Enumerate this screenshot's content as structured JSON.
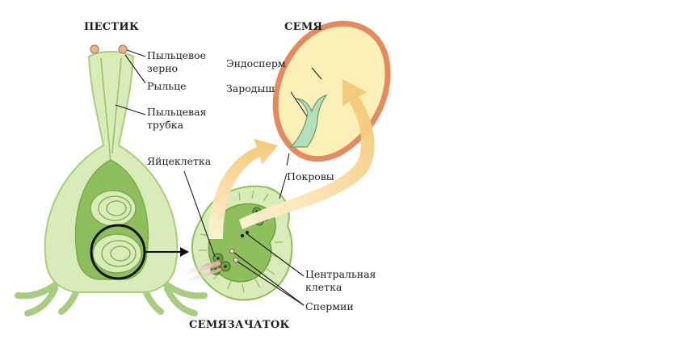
{
  "diagram": {
    "titles": {
      "pistil": "ПЕСТИК",
      "seed": "СЕМЯ",
      "ovule": "СЕМЯЗАЧАТОК"
    },
    "labels": {
      "pollen_grain_line1": "Пыльцевое",
      "pollen_grain_line2": "зерно",
      "stigma": "Рыльце",
      "pollen_tube_line1": "Пыльцевая",
      "pollen_tube_line2": "трубка",
      "endosperm": "Эндосперм",
      "embryo": "Зародыш",
      "egg_cell": "Яйцеклетка",
      "integuments": "Покровы",
      "central_cell_line1": "Центральная",
      "central_cell_line2": "клетка",
      "sperm": "Спермии"
    },
    "colors": {
      "pistil_fill": "#d8ebb8",
      "pistil_outline": "#a9cc80",
      "ovary_cavity": "#8fbe5c",
      "seed_coat": "#e58a5e",
      "endosperm_fill": "#fbf0b8",
      "arrow_fill": "#f6cf86",
      "embryo_fill": "#b5dfb9",
      "pollen_tube": "#e9b7b4"
    }
  }
}
